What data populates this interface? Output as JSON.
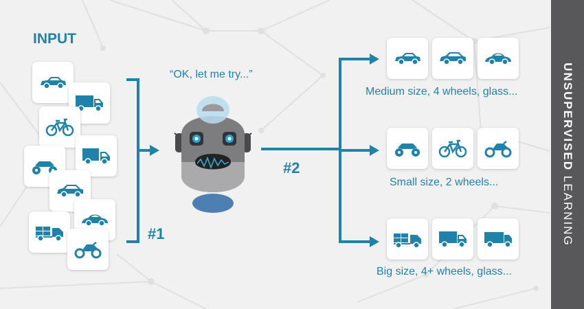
{
  "diagram": {
    "input_title": "INPUT",
    "robot_quote": "“OK, let me try...”",
    "step_1": "#1",
    "step_2": "#2",
    "groups": [
      {
        "label": "Medium size, 4 wheels, glass...",
        "icons": [
          "car-icon",
          "hatchback-icon",
          "beetle-icon"
        ]
      },
      {
        "label": "Small size, 2 wheels...",
        "icons": [
          "atv-icon",
          "bicycle-icon",
          "motorcycle-icon"
        ]
      },
      {
        "label": "Big size, 4+ wheels, glass...",
        "icons": [
          "flatbed-truck-icon",
          "box-truck-icon",
          "delivery-truck-icon"
        ]
      }
    ],
    "inputs": [
      "car-icon",
      "truck-icon",
      "bicycle-icon",
      "atv-icon",
      "van-icon",
      "hatchback-icon",
      "beetle-icon",
      "flatbed-truck-icon",
      "motorcycle-icon"
    ]
  },
  "side_banner": {
    "bold": "UNSUPERVISED",
    "regular": " LEARNING"
  },
  "colors": {
    "accent": "#2182a9",
    "background": "#f1f1f1",
    "band": "#58585a",
    "robot_body": "#7d7d7f"
  }
}
